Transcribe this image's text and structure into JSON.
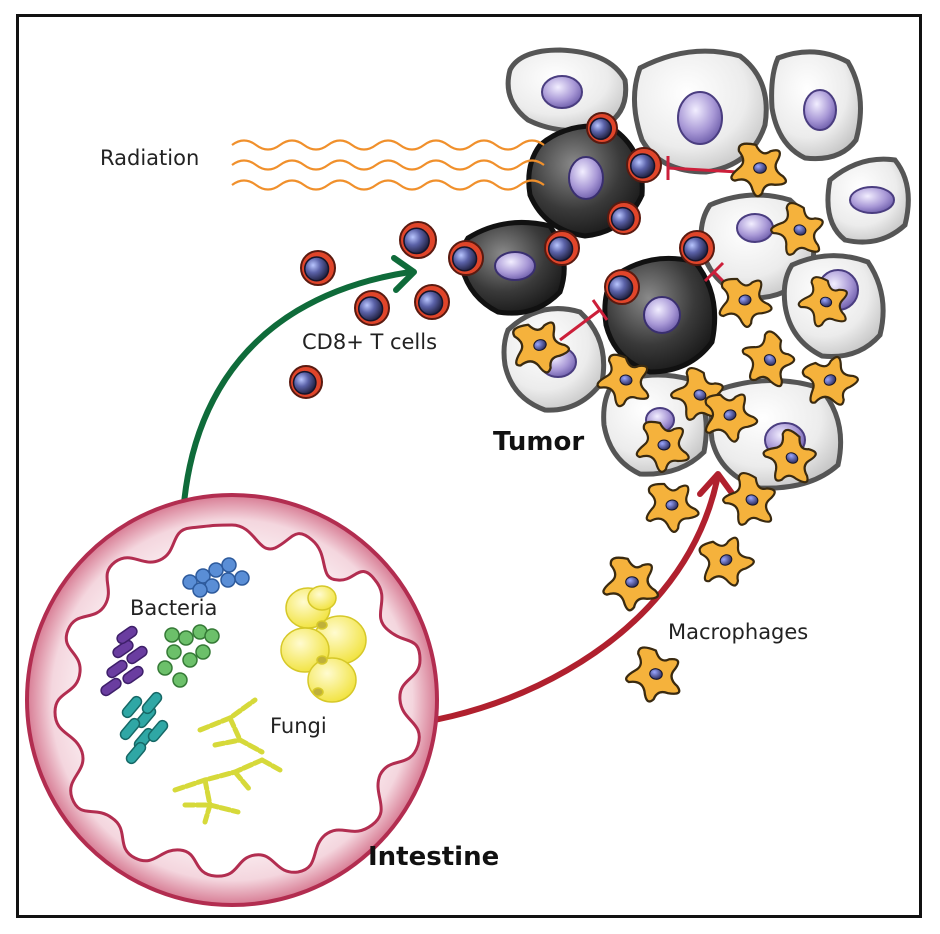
{
  "labels": {
    "radiation": "Radiation",
    "cd8": "CD8+ T cells",
    "tumor": "Tumor",
    "bacteria": "Bacteria",
    "fungi": "Fungi",
    "macrophages": "Macrophages",
    "intestine": "Intestine"
  },
  "colors": {
    "tcell_ring": "#e0452a",
    "tcell_nucleus": "#2f2f5a",
    "tumor_cell_dark": "#2b2b2b",
    "normal_cell_fill": "#e6e6e6",
    "nucleus_purple": "#a495d0",
    "macrophage_fill": "#f5b23c",
    "intestine_wall": "#b22d50",
    "green_arrow": "#0f6b3a",
    "red_arrow": "#b0202e",
    "radiation_wave": "#f0902c",
    "inhibit_line": "#cc1f3a",
    "bacteria_blue": "#5a8ed6",
    "bacteria_green": "#6cc06a",
    "bacteria_purple": "#6a3da0",
    "bacteria_teal": "#2fa7a5",
    "fungi_yellow": "#f2e645",
    "fungi_hyphae": "#d6d93a"
  }
}
